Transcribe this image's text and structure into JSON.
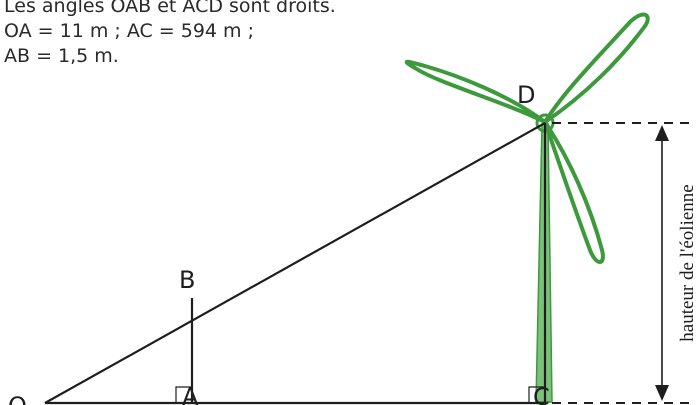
{
  "statement": {
    "line1": "Les angles OAB et ACD sont droits.",
    "line2": "OA = 11 m ; AC = 594 m ;",
    "line3": "AB = 1,5 m."
  },
  "points": {
    "O": "O",
    "A": "A",
    "B": "B",
    "C": "C",
    "D": "D"
  },
  "height_label": "hauteur de l'éolienne",
  "colors": {
    "ink": "#1e1e1e",
    "turbine_stroke": "#3c9a3c",
    "mast_fill": "#7cc07c"
  }
}
